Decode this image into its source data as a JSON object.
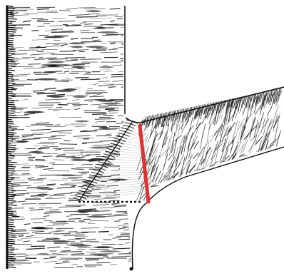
{
  "figure": {
    "subject": "tree-trunk-with-branch-pruning-cut",
    "colors": {
      "background": "#ffffff",
      "ink": "#111111",
      "cut_line": "#e03030",
      "collar_marker": "#111111"
    },
    "elements": [
      {
        "name": "trunk",
        "kind": "bark-shaded-trunk"
      },
      {
        "name": "branch",
        "kind": "bark-shaded-branch"
      },
      {
        "name": "branch-bark-ridge",
        "kind": "herringbone-ridge"
      },
      {
        "name": "branch-collar-line",
        "kind": "dotted-horizontal-line"
      },
      {
        "name": "pruning-cut-line",
        "kind": "red-cut-line"
      }
    ]
  }
}
